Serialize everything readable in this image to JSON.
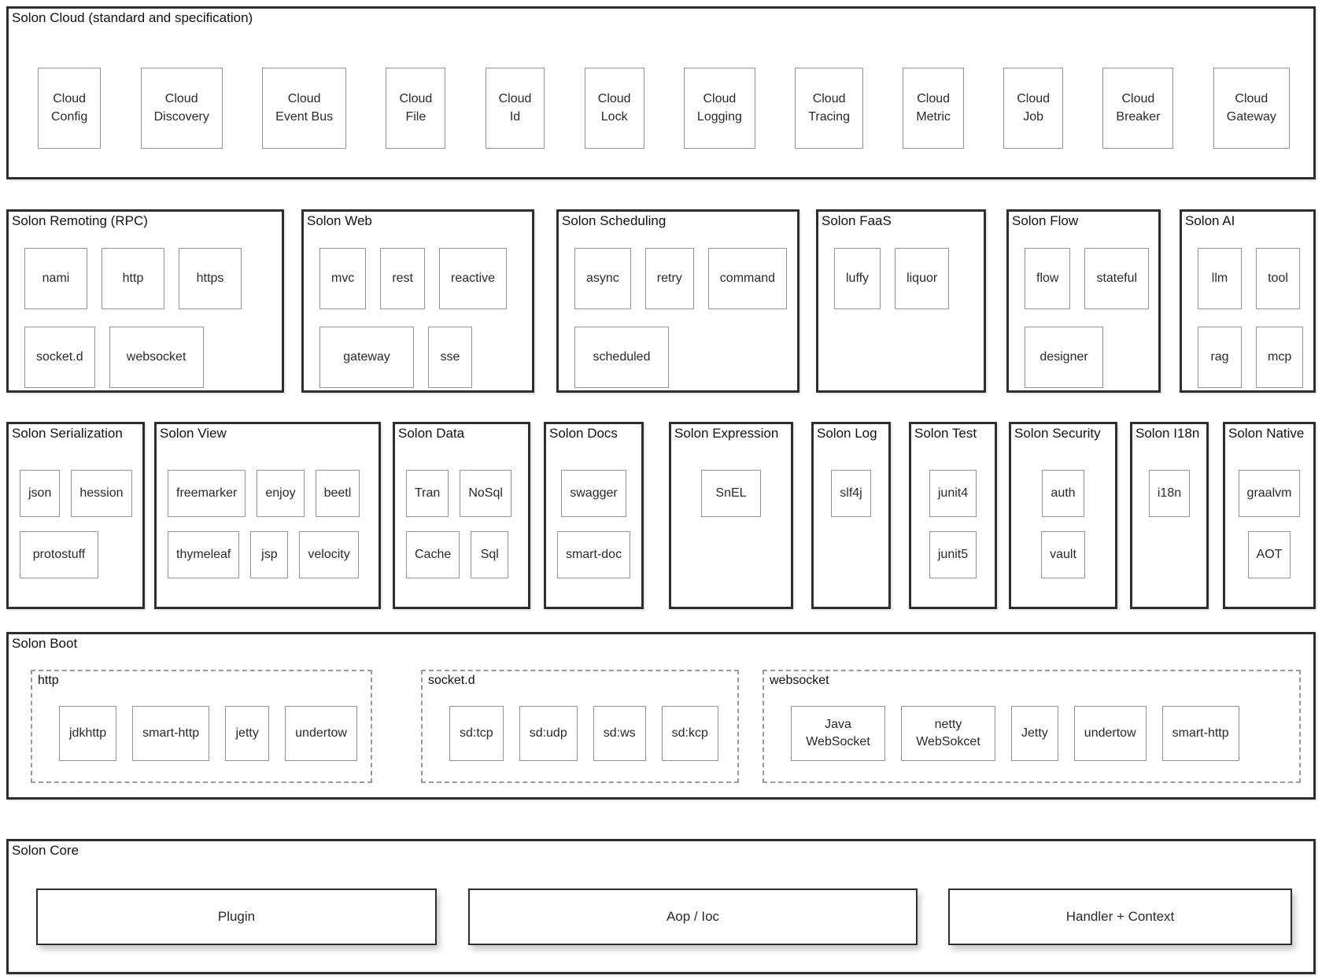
{
  "colors": {
    "background": "#ffffff",
    "panel_border": "#2f2f2f",
    "box_border": "#949494",
    "dashed_border": "#9a9a9a",
    "text": "#1f1f1f"
  },
  "cloud": {
    "title": "Solon Cloud (standard and specification)",
    "items": [
      "Cloud\nConfig",
      "Cloud\nDiscovery",
      "Cloud\nEvent Bus",
      "Cloud\nFile",
      "Cloud\nId",
      "Cloud\nLock",
      "Cloud\nLogging",
      "Cloud\nTracing",
      "Cloud\nMetric",
      "Cloud\nJob",
      "Cloud\nBreaker",
      "Cloud\nGateway"
    ]
  },
  "remoting": {
    "title": "Solon Remoting (RPC)",
    "rows": [
      [
        "nami",
        "http",
        "https"
      ],
      [
        "socket.d",
        "websocket"
      ]
    ]
  },
  "web": {
    "title": "Solon Web",
    "rows": [
      [
        "mvc",
        "rest",
        "reactive"
      ],
      [
        "gateway",
        "sse"
      ]
    ]
  },
  "scheduling": {
    "title": "Solon Scheduling",
    "rows": [
      [
        "async",
        "retry",
        "command"
      ],
      [
        "scheduled"
      ]
    ]
  },
  "faas": {
    "title": "Solon FaaS",
    "rows": [
      [
        "luffy",
        "liquor"
      ]
    ]
  },
  "flow": {
    "title": "Solon Flow",
    "rows": [
      [
        "flow",
        "stateful"
      ],
      [
        "designer"
      ]
    ]
  },
  "ai": {
    "title": "Solon AI",
    "rows": [
      [
        "llm",
        "tool"
      ],
      [
        "rag",
        "mcp"
      ]
    ]
  },
  "serialization": {
    "title": "Solon Serialization",
    "rows": [
      [
        "json",
        "hession"
      ],
      [
        "protostuff"
      ]
    ]
  },
  "view": {
    "title": "Solon View",
    "rows": [
      [
        "freemarker",
        "enjoy",
        "beetl"
      ],
      [
        "thymeleaf",
        "jsp",
        "velocity"
      ]
    ]
  },
  "data": {
    "title": "Solon Data",
    "rows": [
      [
        "Tran",
        "NoSql"
      ],
      [
        "Cache",
        "Sql"
      ]
    ]
  },
  "docs": {
    "title": "Solon Docs",
    "rows": [
      [
        "swagger"
      ],
      [
        "smart-doc"
      ]
    ]
  },
  "expression": {
    "title": "Solon Expression",
    "rows": [
      [
        "SnEL"
      ]
    ]
  },
  "log": {
    "title": "Solon Log",
    "rows": [
      [
        "slf4j"
      ]
    ]
  },
  "test": {
    "title": "Solon Test",
    "rows": [
      [
        "junit4"
      ],
      [
        "junit5"
      ]
    ]
  },
  "security": {
    "title": "Solon Security",
    "rows": [
      [
        "auth"
      ],
      [
        "vault"
      ]
    ]
  },
  "i18n": {
    "title": "Solon I18n",
    "rows": [
      [
        "i18n"
      ]
    ]
  },
  "native": {
    "title": "Solon Native",
    "rows": [
      [
        "graalvm"
      ],
      [
        "AOT"
      ]
    ]
  },
  "boot": {
    "title": "Solon Boot",
    "groups": [
      {
        "title": "http",
        "items": [
          "jdkhttp",
          "smart-http",
          "jetty",
          "undertow"
        ]
      },
      {
        "title": "socket.d",
        "items": [
          "sd:tcp",
          "sd:udp",
          "sd:ws",
          "sd:kcp"
        ]
      },
      {
        "title": "websocket",
        "items": [
          "Java\nWebSocket",
          "netty\nWebSokcet",
          "Jetty",
          "undertow",
          "smart-http"
        ]
      }
    ]
  },
  "core": {
    "title": "Solon Core",
    "items": [
      "Plugin",
      "Aop / Ioc",
      "Handler + Context"
    ]
  }
}
